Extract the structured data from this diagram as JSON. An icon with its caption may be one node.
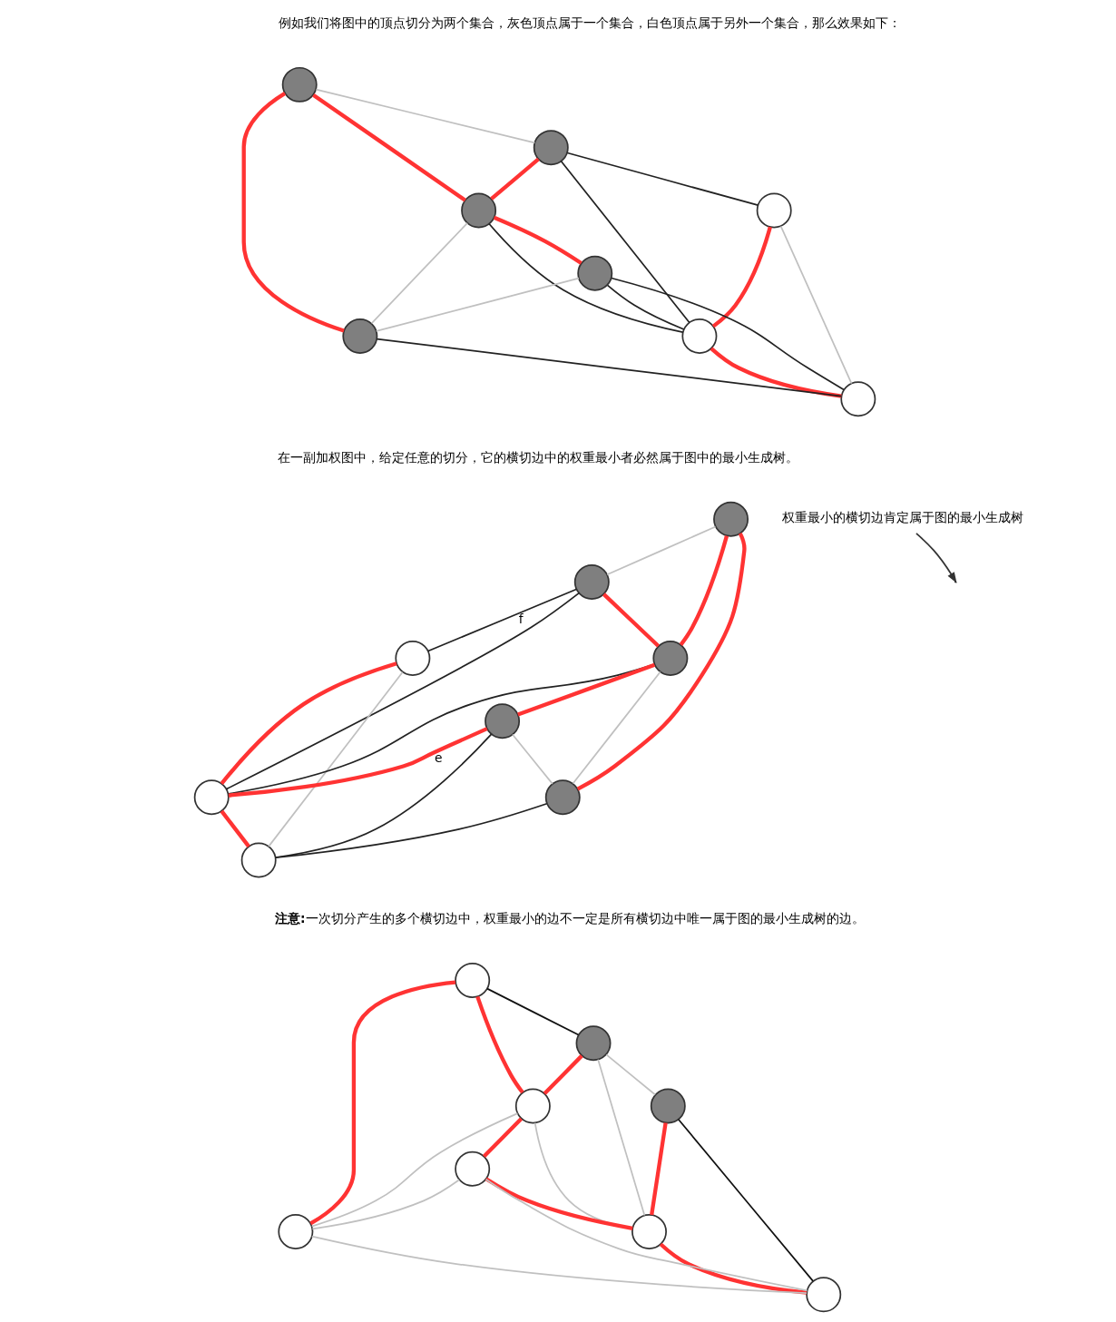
{
  "diagram": {
    "nodes": [
      {
        "text": [],
        "shape": "circle"
      },
      {
        "text": [],
        "shape": "circle"
      },
      {
        "text": [],
        "shape": "circle"
      },
      {
        "text": [],
        "shape": "circle"
      },
      {
        "text": [],
        "shape": "circle"
      },
      {
        "text": [],
        "shape": "circle"
      },
      {
        "text": [],
        "shape": "circle"
      },
      {
        "text": [],
        "shape": "circle"
      },
      {
        "text": [],
        "shape": "circle"
      },
      {
        "text": [],
        "shape": "circle"
      },
      {
        "text": [],
        "shape": "circle"
      },
      {
        "text": [],
        "shape": "circle"
      },
      {
        "text": [],
        "shape": "circle"
      },
      {
        "text": [],
        "shape": "circle"
      },
      {
        "text": [],
        "shape": "circle"
      },
      {
        "text": [],
        "shape": "circle"
      },
      {
        "text": [
          "权重最小的横切边肯定属于图的最小生成树"
        ]
      },
      {
        "text": [],
        "shape": "circle"
      },
      {
        "text": [],
        "shape": "circle"
      },
      {
        "text": [],
        "shape": "circle"
      },
      {
        "text": [],
        "shape": "circle"
      },
      {
        "text": [],
        "shape": "circle"
      },
      {
        "text": [],
        "shape": "circle"
      },
      {
        "text": [],
        "shape": "circle"
      },
      {
        "text": [],
        "shape": "circle"
      }
    ],
    "edges": [
      {
        "from": 2,
        "to": 0,
        "arrow": "none",
        "color": "#c0c0c0"
      },
      {
        "from": 0,
        "to": 1,
        "arrow": "none",
        "color": "#222222"
      },
      {
        "from": 0,
        "to": 3,
        "arrow": "none",
        "style": "thick",
        "color": "#ff3333"
      },
      {
        "from": 0,
        "to": 4,
        "arrow": "none",
        "color": "#222222"
      },
      {
        "from": 1,
        "to": 4,
        "arrow": "none",
        "style": "thick",
        "color": "#ff3333"
      },
      {
        "from": 1,
        "to": 7,
        "arrow": "none",
        "color": "#c0c0c0"
      },
      {
        "from": 2,
        "to": 3,
        "arrow": "none",
        "style": "thick",
        "color": "#ff3333"
      },
      {
        "from": 2,
        "to": 6,
        "arrow": "none",
        "style": "thick",
        "color": "#ff3333"
      },
      {
        "from": 3,
        "to": 4,
        "arrow": "none",
        "color": "#222222"
      },
      {
        "from": 3,
        "to": 5,
        "arrow": "none",
        "style": "thick",
        "color": "#ff3333"
      },
      {
        "from": 3,
        "to": 6,
        "arrow": "none",
        "color": "#c0c0c0"
      },
      {
        "from": 5,
        "to": 4,
        "arrow": "none",
        "color": "#222222"
      },
      {
        "from": 5,
        "to": 6,
        "arrow": "none",
        "color": "#c0c0c0"
      },
      {
        "from": 5,
        "to": 7,
        "arrow": "none",
        "color": "#222222"
      },
      {
        "from": 4,
        "to": 7,
        "arrow": "none",
        "style": "thick",
        "color": "#ff3333"
      },
      {
        "from": 6,
        "to": 7,
        "arrow": "none",
        "color": "#222222"
      },
      {
        "from": 10,
        "to": 8,
        "arrow": "none",
        "color": "#c0c0c0"
      },
      {
        "from": 8,
        "to": 9,
        "arrow": "none",
        "label": "f",
        "color": "#222222"
      },
      {
        "from": 8,
        "to": 11,
        "arrow": "none",
        "style": "thick",
        "color": "#ff3333"
      },
      {
        "from": 8,
        "to": 12,
        "arrow": "none",
        "color": "#222222"
      },
      {
        "from": 9,
        "to": 12,
        "arrow": "none",
        "style": "thick",
        "color": "#ff3333"
      },
      {
        "from": 9,
        "to": 15,
        "arrow": "none",
        "color": "#c0c0c0"
      },
      {
        "from": 10,
        "to": 11,
        "arrow": "none",
        "style": "thick",
        "color": "#ff3333"
      },
      {
        "from": 10,
        "to": 14,
        "arrow": "none",
        "style": "thick",
        "color": "#ff3333"
      },
      {
        "from": 11,
        "to": 12,
        "arrow": "none",
        "color": "#222222"
      },
      {
        "from": 11,
        "to": 13,
        "arrow": "none",
        "style": "thick",
        "color": "#ff3333"
      },
      {
        "from": 11,
        "to": 14,
        "arrow": "none",
        "color": "#c0c0c0"
      },
      {
        "from": 13,
        "to": 12,
        "arrow": "none",
        "label": "e",
        "style": "thick",
        "color": "#ff3333"
      },
      {
        "from": 13,
        "to": 14,
        "arrow": "none",
        "color": "#c0c0c0"
      },
      {
        "from": 13,
        "to": 15,
        "arrow": "none",
        "color": "#222222"
      },
      {
        "from": 12,
        "to": 15,
        "arrow": "none",
        "style": "thick",
        "color": "#ff3333"
      },
      {
        "from": 14,
        "to": 15,
        "arrow": "none",
        "color": "#222222"
      },
      {
        "from": 16,
        "to": null,
        "arrow": "to",
        "color": "#333333"
      },
      {
        "from": 19,
        "to": 17,
        "arrow": "none",
        "color": "#111111"
      },
      {
        "from": 17,
        "to": 18,
        "arrow": "none",
        "color": "#c0c0c0"
      },
      {
        "from": 17,
        "to": 20,
        "arrow": "none",
        "style": "thick",
        "color": "#ff3333"
      },
      {
        "from": 17,
        "to": 21,
        "arrow": "none",
        "color": "#c0c0c0"
      },
      {
        "from": 18,
        "to": 21,
        "arrow": "none",
        "style": "thick",
        "color": "#ff3333"
      },
      {
        "from": 18,
        "to": 24,
        "arrow": "none",
        "color": "#111111"
      },
      {
        "from": 19,
        "to": 20,
        "arrow": "none",
        "style": "thick",
        "color": "#ff3333"
      },
      {
        "from": 19,
        "to": 23,
        "arrow": "none",
        "style": "thick",
        "color": "#ff3333"
      },
      {
        "from": 20,
        "to": 21,
        "arrow": "none",
        "color": "#c0c0c0"
      },
      {
        "from": 20,
        "to": 22,
        "arrow": "none",
        "style": "thick",
        "color": "#ff3333"
      },
      {
        "from": 20,
        "to": 23,
        "arrow": "none",
        "color": "#c0c0c0"
      },
      {
        "from": 22,
        "to": 21,
        "arrow": "none",
        "style": "thick",
        "color": "#ff3333"
      },
      {
        "from": 22,
        "to": 23,
        "arrow": "none",
        "color": "#c0c0c0"
      },
      {
        "from": 22,
        "to": 24,
        "arrow": "none",
        "color": "#c0c0c0"
      },
      {
        "from": 21,
        "to": 24,
        "arrow": "none",
        "style": "thick",
        "color": "#ff3333"
      },
      {
        "from": 23,
        "to": 24,
        "arrow": "none",
        "color": "#c0c0c0"
      }
    ],
    "labels": [
      "例如我们将图中的顶点切分为两个集合，灰色顶点属于一个集合，白色顶点属于另外一个集合，那么效果如下：",
      "在一副加权图中，给定任意的切分，它的横切边中的权重最小者必然属于图中的最小生成树。",
      "**注意:**一次切分产生的多个横切边中，权重最小的边不一定是所有横切边中唯一属于图的最小生成树的边。"
    ]
  }
}
